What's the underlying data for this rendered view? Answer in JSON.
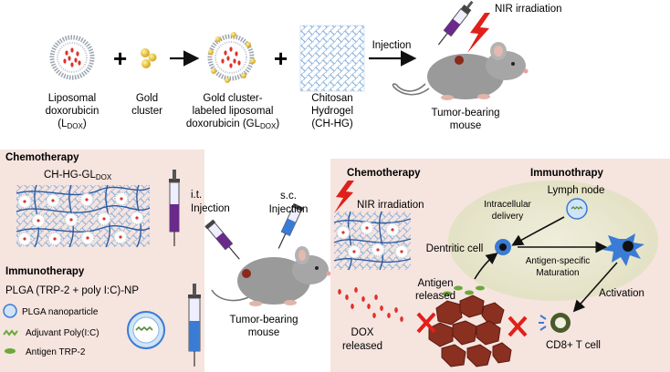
{
  "top": {
    "liposome_label_l1": "Liposomal",
    "liposome_label_l2": "doxorubicin",
    "liposome_label_l3_main": "(L",
    "liposome_label_l3_sub": "DOX",
    "liposome_label_l3_end": ")",
    "plus": "+",
    "gold_label_l1": "Gold",
    "gold_label_l2": "cluster",
    "gl_label_l1": "Gold cluster-",
    "gl_label_l2": "labeled liposomal",
    "gl_label_l3_main": "doxorubicin (GL",
    "gl_label_l3_sub": "DOX",
    "gl_label_l3_end": ")",
    "hydrogel_label_l1": "Chitosan",
    "hydrogel_label_l2": "Hydrogel",
    "hydrogel_label_l3": "(CH-HG)",
    "injection": "Injection",
    "nir": "NIR irradiation",
    "mouse_label_l1": "Tumor-bearing",
    "mouse_label_l2": "mouse"
  },
  "left_panel": {
    "chemo_title": "Chemotherapy",
    "gel_label_main": "CH-HG-GL",
    "gel_label_sub": "DOX",
    "it_label_l1": "i.t.",
    "it_label_l2": "Injection",
    "sc_label_l1": "s.c.",
    "sc_label_l2": "Injection",
    "immuno_title": "Immunotherapy",
    "np_label": "PLGA (TRP-2 + poly I:C)-NP",
    "legend_plga": "PLGA  nanoparticle",
    "legend_adjuvant": "Adjuvant Poly(I:C)",
    "legend_antigen": "Antigen TRP-2",
    "mouse_label_l1": "Tumor-bearing",
    "mouse_label_l2": "mouse"
  },
  "right_panel": {
    "chemo_title": "Chemotherapy",
    "immuno_title": "Immunothrapy",
    "nir": "NIR irradiation",
    "lymph_node": "Lymph node",
    "intracellular_l1": "Intracellular",
    "intracellular_l2": "delivery",
    "dendritic": "Dentritic cell",
    "maturation_l1": "Antigen-specific",
    "maturation_l2": "Maturation",
    "antigen_released_l1": "Antigen",
    "antigen_released_l2": "released",
    "activation": "Activation",
    "dox_released_l1": "DOX",
    "dox_released_l2": "released",
    "cd8": "CD8+ T cell"
  },
  "colors": {
    "panel_bg": "#f6e4df",
    "lymph_bg": "#e9e7cf",
    "lipid": "#9aa3ae",
    "dox_red": "#e0302a",
    "gold": "#e8c020",
    "gel_blue": "#2c5aa0",
    "purple": "#6a2a8a",
    "blue": "#3a7bd5",
    "tumor": "#8a3020",
    "green": "#6aaa3a"
  }
}
